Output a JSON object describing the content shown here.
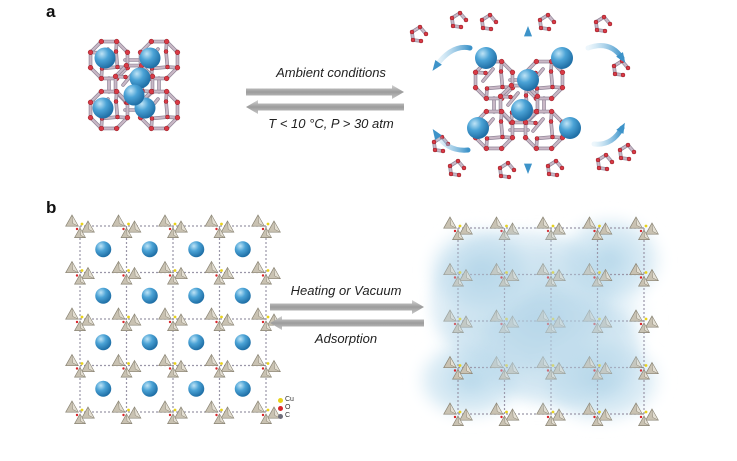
{
  "panels": {
    "a": {
      "letter": "a",
      "forward_label": "Ambient conditions",
      "reverse_label": "T < 10 °C, P > 30 atm"
    },
    "b": {
      "letter": "b",
      "forward_label": "Heating or Vacuum",
      "reverse_label": "Adsorption",
      "legend": [
        {
          "label": "Cu",
          "color": "#e8d21a"
        },
        {
          "label": "O",
          "color": "#d8252a"
        },
        {
          "label": "C",
          "color": "#6e6e7a"
        }
      ]
    }
  },
  "colors": {
    "guest_sphere": "#4ba3d6",
    "framework_bond": "#c9b8c6",
    "oxygen_atom": "#d93a46",
    "arrow_gray": "#a9a9a9",
    "polyhedron": "#c9c2b2",
    "cloud": "#b9d8ea"
  }
}
